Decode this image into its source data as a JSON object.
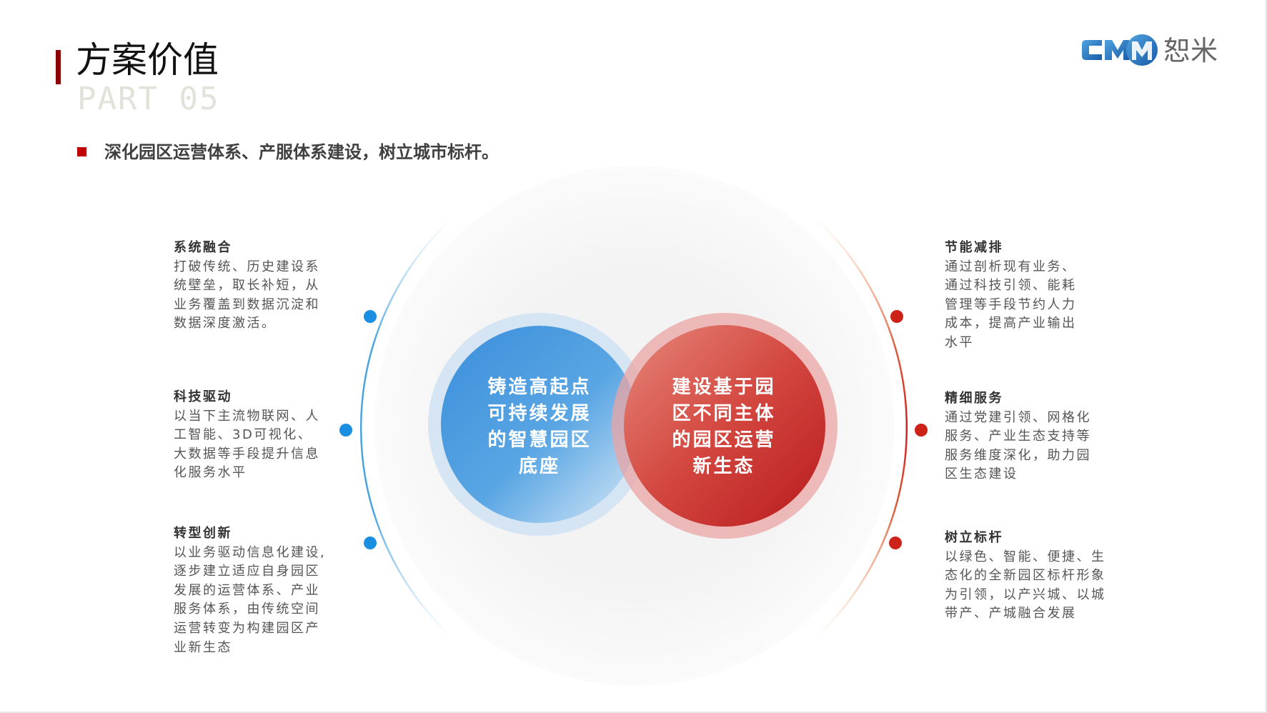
{
  "header": {
    "title": "方案价值",
    "part_label": "PART 05",
    "subtitle": "深化园区运营体系、产服体系建设，树立城市标杆。",
    "logo": {
      "brand_latin": "CMM",
      "brand_cn": "恕米",
      "color": "#1e6fc0"
    }
  },
  "center": {
    "left_circle": {
      "lines": [
        "铸造高起点",
        "可持续发展",
        "的智慧园区",
        "底座"
      ],
      "color": "#3a8fd8"
    },
    "right_circle": {
      "lines": [
        "建设基于园",
        "区不同主体",
        "的园区运营",
        "新生态"
      ],
      "color": "#c8282a"
    }
  },
  "left_items": [
    {
      "title": "系统融合",
      "lines": [
        "打破传统、历史建设系",
        "统壁垒，取长补短，从",
        "业务覆盖到数据沉淀和",
        "数据深度激活。"
      ]
    },
    {
      "title": "科技驱动",
      "lines": [
        "以当下主流物联网、人",
        "工智能、3D可视化、",
        "大数据等手段提升信息",
        "化服务水平"
      ]
    },
    {
      "title": "转型创新",
      "lines": [
        "以业务驱动信息化建设,",
        "逐步建立适应自身园区",
        "发展的运营体系、产业",
        "服务体系，由传统空间",
        "运营转变为构建园区产",
        "业新生态"
      ]
    }
  ],
  "right_items": [
    {
      "title": "节能减排",
      "lines": [
        "通过剖析现有业务、",
        "通过科技引领、能耗",
        "管理等手段节约人力",
        "成本，提高产业输出",
        "水平"
      ]
    },
    {
      "title": "精细服务",
      "lines": [
        "通过党建引领、网格化",
        "服务、产业生态支持等",
        "服务维度深化，助力园",
        "区生态建设"
      ]
    },
    {
      "title": "树立标杆",
      "lines": [
        "以绿色、智能、便捷、生",
        "态化的全新园区标杆形象",
        "为引领，以产兴城、以城",
        "带产、产城融合发展"
      ]
    }
  ]
}
